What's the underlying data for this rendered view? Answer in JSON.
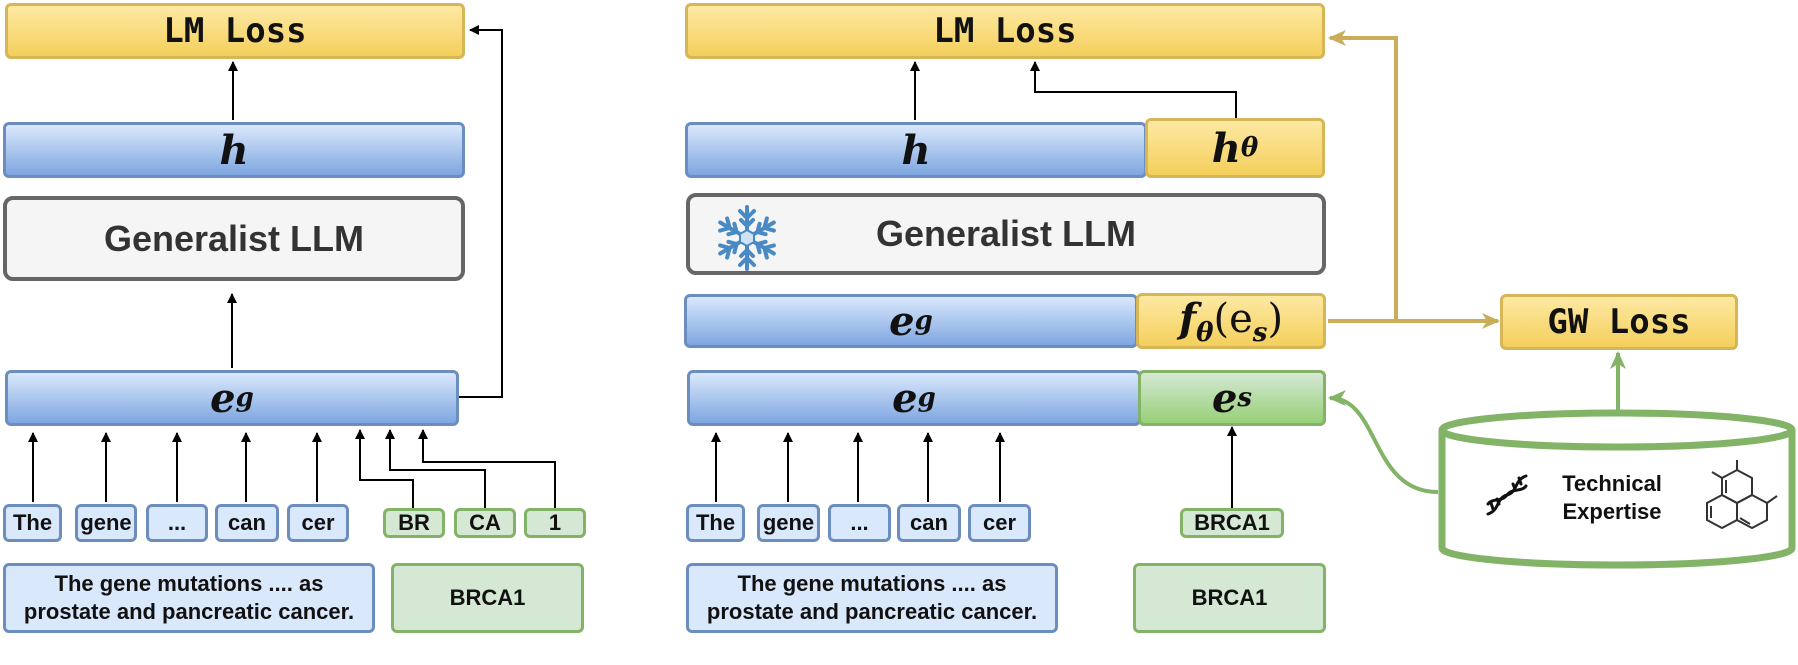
{
  "left": {
    "lm_loss": "LM Loss",
    "h": "h",
    "llm": "Generalist LLM",
    "eg": "e",
    "eg_sub": "g",
    "tokens_text": [
      "The",
      "gene",
      "...",
      "can",
      "cer"
    ],
    "tokens_gene": [
      "BR",
      "CA",
      "1"
    ],
    "sentence": "The gene mutations .... as prostate and pancreatic cancer.",
    "gene_input": "BRCA1"
  },
  "right": {
    "lm_loss": "LM Loss",
    "h": "h",
    "h_theta": "h",
    "h_theta_sub": "θ",
    "llm": "Generalist LLM",
    "eg_upper": "e",
    "eg_upper_sub": "g",
    "f_theta": "f",
    "f_theta_sub": "θ",
    "f_theta_arg": "(e",
    "f_theta_arg_sub": "s",
    "f_theta_close": ")",
    "eg_lower": "e",
    "eg_lower_sub": "g",
    "es": "e",
    "es_sub": "s",
    "tokens_text": [
      "The",
      "gene",
      "...",
      "can",
      "cer"
    ],
    "token_gene": "BRCA1",
    "sentence": "The gene mutations .... as prostate and pancreatic cancer.",
    "gene_input": "BRCA1",
    "gw_loss": "GW Loss",
    "expertise": "Technical Expertise"
  },
  "colors": {
    "yellow": "#f4cf5c",
    "blue": "#7ea6e0",
    "green": "#97d077",
    "arrow_gold": "#c9ad5a",
    "arrow_green": "#82b366"
  },
  "icons": [
    "snowflake-icon",
    "dna-icon",
    "molecule-icon"
  ]
}
